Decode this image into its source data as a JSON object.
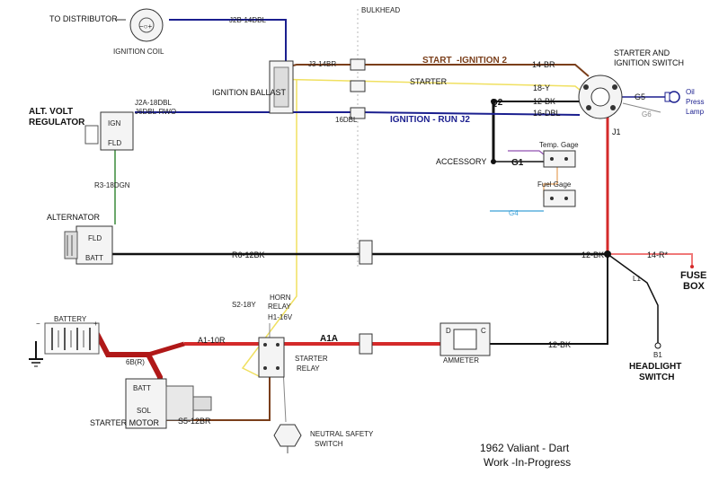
{
  "colors": {
    "ign_dbl": "#1b1f8f",
    "start_br": "#7a3e1a",
    "starter_y": "#f0e060",
    "black": "#111111",
    "red": "#d42a2a",
    "dark_red": "#b01818",
    "light_red": "#f07878",
    "green": "#3a8a3a",
    "orange": "#e6a05a",
    "purple": "#9050b0",
    "cyan": "#3aa0d8",
    "grey": "#888888"
  },
  "labels": {
    "to_distributor": "TO DISTRIBUTOR",
    "ignition_coil": "IGNITION COIL",
    "j2b": "J2B-14DBL",
    "bulkhead": "BULKHEAD",
    "j3": "J3-14BR",
    "ignition_ballast": "IGNITION BALLAST",
    "start_ign2_a": "START",
    "start_ign2_b": "-IGNITION 2",
    "w14br": "14-BR",
    "starter": "STARTER",
    "w18y": "18-Y",
    "q2": "Q2",
    "w12bk": "12-BK",
    "w16dbl": "16-DBL",
    "ign_run": "IGNITION - RUN J2",
    "w16dbl_left": "16DBL",
    "starter_switch_1": "STARTER AND",
    "starter_switch_2": "IGNITION SWITCH",
    "g5": "G5",
    "g6": "G6",
    "oil_1": "Oil",
    "oil_2": "Press",
    "oil_3": "Lamp",
    "j1": "J1",
    "alt_volt_1": "ALT. VOLT",
    "alt_volt_2": "REGULATOR",
    "j2a_1": "J2A-18DBL",
    "j2a_2": "J6DBL-RWO",
    "ign": "IGN",
    "fld": "FLD",
    "accessory": "ACCESSORY",
    "g1": "G1",
    "temp_gage": "Temp. Gage",
    "fuel_gage": "Fuel Gage",
    "g4": "G4",
    "r3": "R3-18DGN",
    "alternator": "ALTERNATOR",
    "alt_fld": "FLD",
    "alt_batt": "BATT",
    "r6": "R6-12BK",
    "w12bk_right": "12-BK",
    "w14r": "14-R*",
    "fuse_1": "FUSE",
    "fuse_2": "BOX",
    "l1": "L1",
    "s2": "S2-18Y",
    "horn_1": "HORN",
    "horn_2": "RELAY",
    "h1": "H1-16V",
    "battery": "BATTERY",
    "batt_minus": "−",
    "batt_plus": "+",
    "a1": "A1-10R",
    "a1a": "A1A",
    "ammeter": "AMMETER",
    "ammeter_d": "D",
    "ammeter_c": "C",
    "w12bk_bottom": "12-BK",
    "b1": "B1",
    "headlight_1": "HEADLIGHT",
    "headlight_2": "SWITCH",
    "w6br": "6B(R)",
    "sm_batt": "BATT",
    "sm_sol": "SOL",
    "starter_motor": "STARTER MOTOR",
    "s5": "S5-12BR",
    "starter_relay_1": "STARTER",
    "starter_relay_2": "RELAY",
    "neutral_1": "NEUTRAL SAFETY",
    "neutral_2": "SWITCH",
    "title_1": "1962 Valiant - Dart",
    "title_2": "Work -In-Progress"
  }
}
